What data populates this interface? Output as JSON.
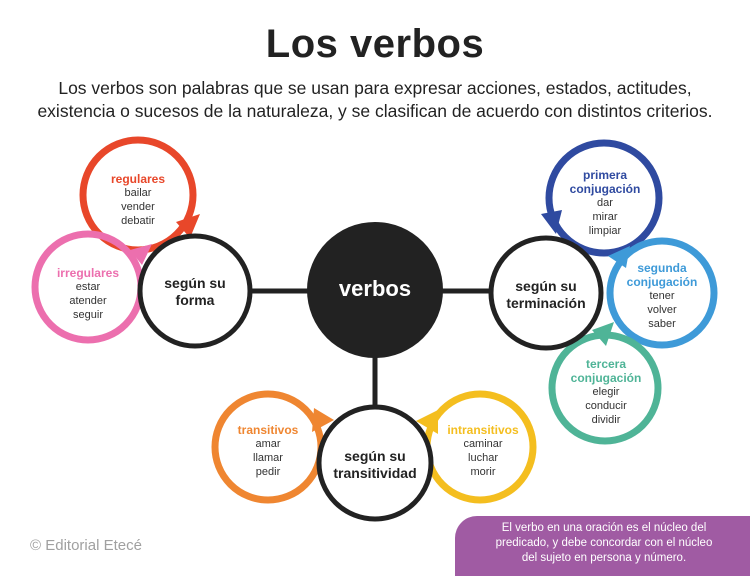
{
  "title": "Los verbos",
  "intro_line1": "Los verbos son palabras que se usan para expresar acciones, estados, actitudes,",
  "intro_line2": "existencia o sucesos de la naturaleza, y se clasifican de acuerdo con distintos criterios.",
  "center": "verbos",
  "nodes": {
    "forma": {
      "line1": "según su",
      "line2": "forma"
    },
    "terminacion": {
      "line1": "según su",
      "line2": "terminación"
    },
    "transitividad": {
      "line1": "según su",
      "line2": "transitividad"
    }
  },
  "groups": {
    "regulares": {
      "title": "regulares",
      "examples": [
        "bailar",
        "vender",
        "debatir"
      ],
      "color": "#e8472a"
    },
    "irregulares": {
      "title": "irregulares",
      "examples": [
        "estar",
        "atender",
        "seguir"
      ],
      "color": "#ec6fae"
    },
    "primera": {
      "title_line1": "primera",
      "title_line2": "conjugación",
      "examples": [
        "dar",
        "mirar",
        "limpiar"
      ],
      "color": "#2f4aa0"
    },
    "segunda": {
      "title_line1": "segunda",
      "title_line2": "conjugación",
      "examples": [
        "tener",
        "volver",
        "saber"
      ],
      "color": "#3e9ad8"
    },
    "tercera": {
      "title_line1": "tercera",
      "title_line2": "conjugación",
      "examples": [
        "elegir",
        "conducir",
        "dividir"
      ],
      "color": "#4fb497"
    },
    "transitivos": {
      "title": "transitivos",
      "examples": [
        "amar",
        "llamar",
        "pedir"
      ],
      "color": "#ef8631"
    },
    "intransitivos": {
      "title": "intransitivos",
      "examples": [
        "caminar",
        "luchar",
        "morir"
      ],
      "color": "#f4be1f"
    }
  },
  "copyright": "© Editorial Etecé",
  "note_line1": "El verbo en una oración es el núcleo del",
  "note_line2": "predicado, y debe concordar con el núcleo",
  "note_line3": "del sujeto en persona y número."
}
